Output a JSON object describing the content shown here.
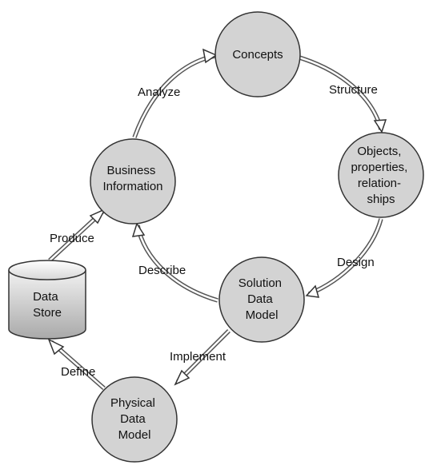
{
  "nodes": {
    "concepts": [
      "Concepts"
    ],
    "objects": [
      "Objects,",
      "properties,",
      "relation-",
      "ships"
    ],
    "solution": [
      "Solution",
      "Data",
      "Model"
    ],
    "business": [
      "Business",
      "Information"
    ],
    "physical": [
      "Physical",
      "Data",
      "Model"
    ],
    "datastore": [
      "Data",
      "Store"
    ]
  },
  "edges": {
    "analyze": "Analyze",
    "structure": "Structure",
    "design": "Design",
    "describe": "Describe",
    "produce": "Produce",
    "implement": "Implement",
    "define": "Define"
  },
  "colors": {
    "node_fill": "#d3d3d3",
    "stroke": "#333333",
    "text": "#111111"
  }
}
